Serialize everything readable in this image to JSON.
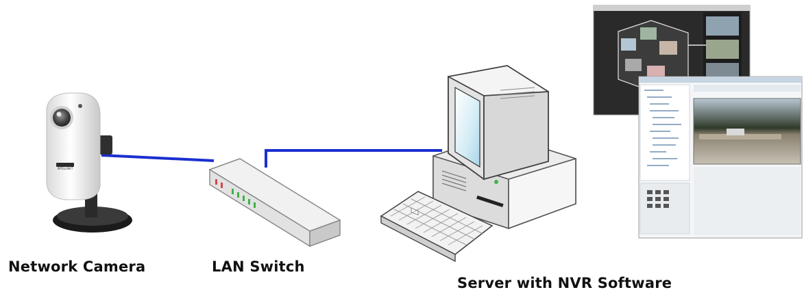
{
  "diagram": {
    "labels": {
      "camera": "Network Camera",
      "switch": "LAN Switch",
      "server": "Server with NVR Software"
    },
    "camera_brand": "INTELLINET",
    "colors": {
      "cable": "#1a2fd0",
      "text": "#111111",
      "led_green": "#3fb24a",
      "led_red": "#d64545"
    },
    "icons": [
      "network-camera",
      "lan-switch",
      "desktop-computer",
      "keyboard",
      "nvr-software-screenshot"
    ]
  }
}
